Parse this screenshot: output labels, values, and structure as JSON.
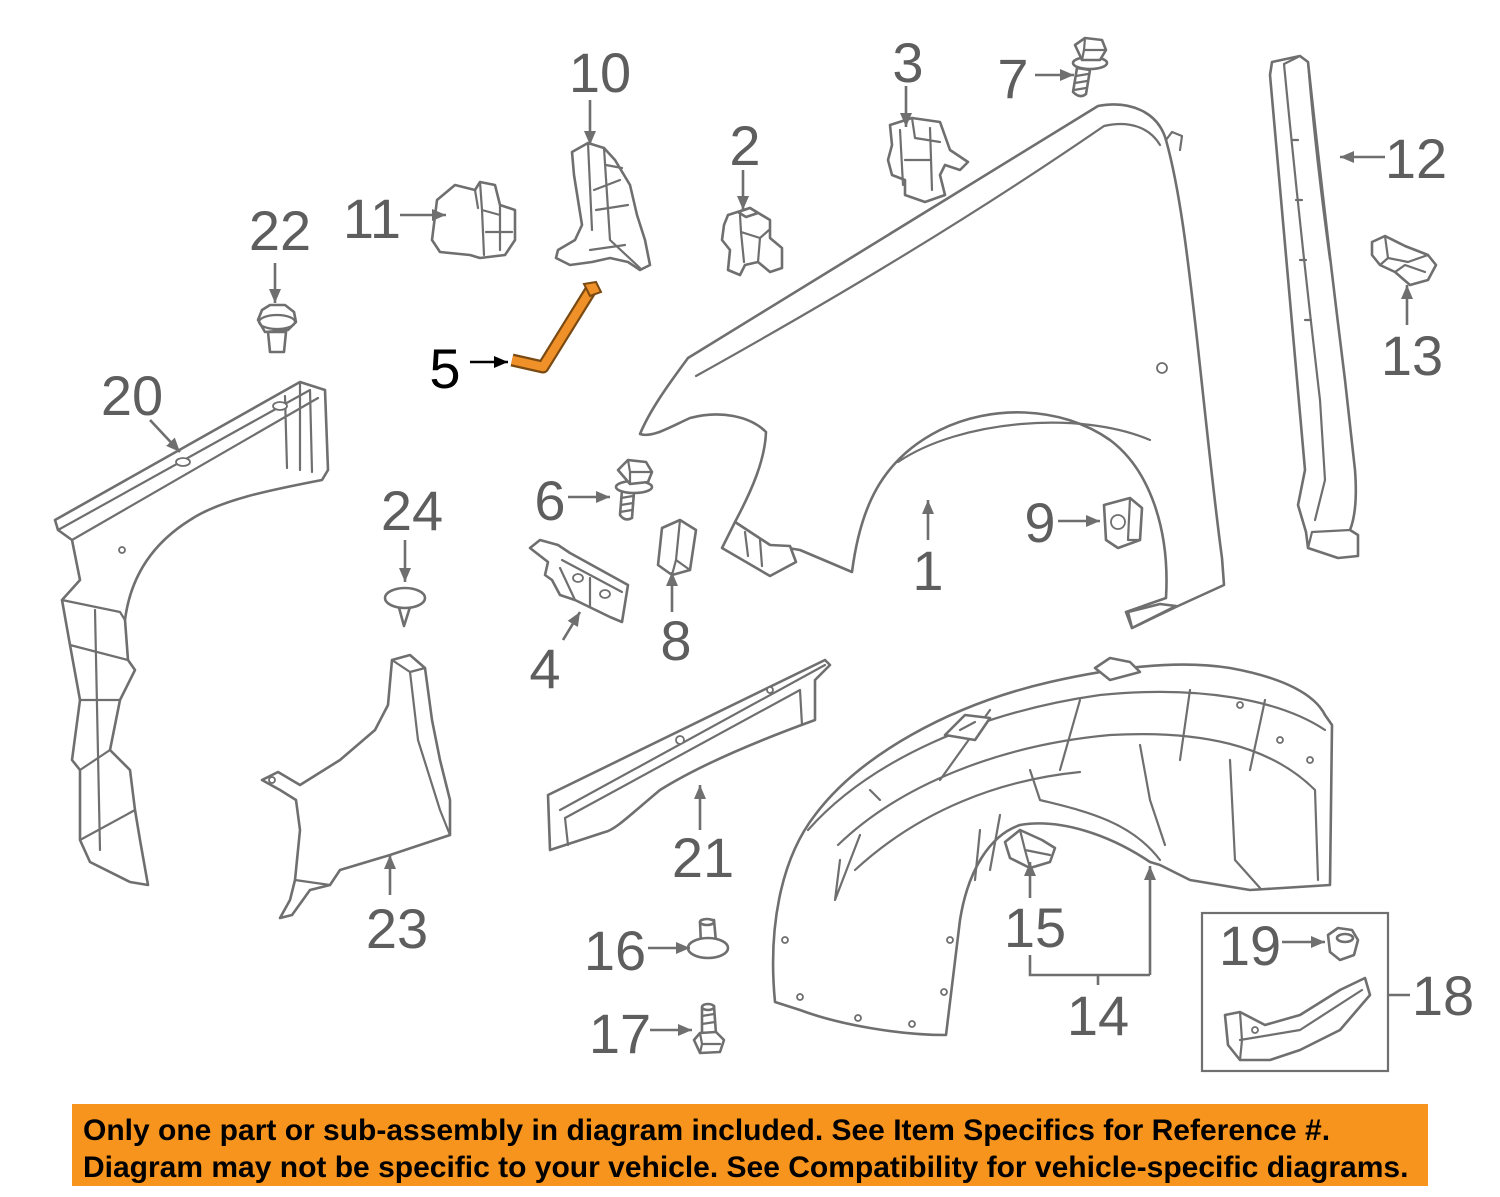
{
  "diagram": {
    "callouts": [
      "1",
      "2",
      "3",
      "4",
      "5",
      "6",
      "7",
      "8",
      "9",
      "10",
      "11",
      "12",
      "13",
      "14",
      "15",
      "16",
      "17",
      "18",
      "19",
      "20",
      "21",
      "22",
      "23",
      "24"
    ]
  },
  "banner": {
    "line1": "Only one part or sub-assembly in diagram included. See Item Specifics for Reference #.",
    "line2": "Diagram may not be specific to your vehicle. See Compatibility for vehicle-specific diagrams."
  },
  "colors": {
    "line": "#6f6f6f",
    "label": "#5e5e5e",
    "highlight": "#ef9128",
    "highlight_label": "#000000",
    "banner": "#f7941d"
  }
}
